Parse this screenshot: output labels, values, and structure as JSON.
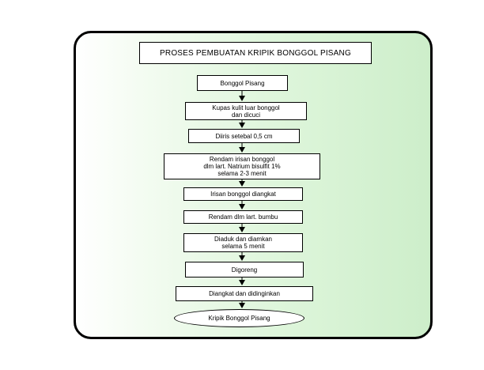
{
  "title": "PROSES PEMBUATAN KRIPIK BONGGOL PISANG",
  "steps": [
    "Bonggol Pisang",
    "Kupas kulit luar bonggol\ndan dicuci",
    "Diiris setebal 0,5 cm",
    "Rendam irisan bonggol\ndlm lart. Natrium bisulfit 1%\nselama 2-3 menit",
    "Irisan bonggol diangkat",
    "Rendam dlm lart. bumbu",
    "Diaduk dan diamkan\nselama 5 menit",
    "Digoreng",
    "Diangkat dan didinginkan",
    "Kripik Bonggol Pisang"
  ],
  "colors": {
    "panel_fill": "#dff6dc",
    "border": "#000000"
  }
}
